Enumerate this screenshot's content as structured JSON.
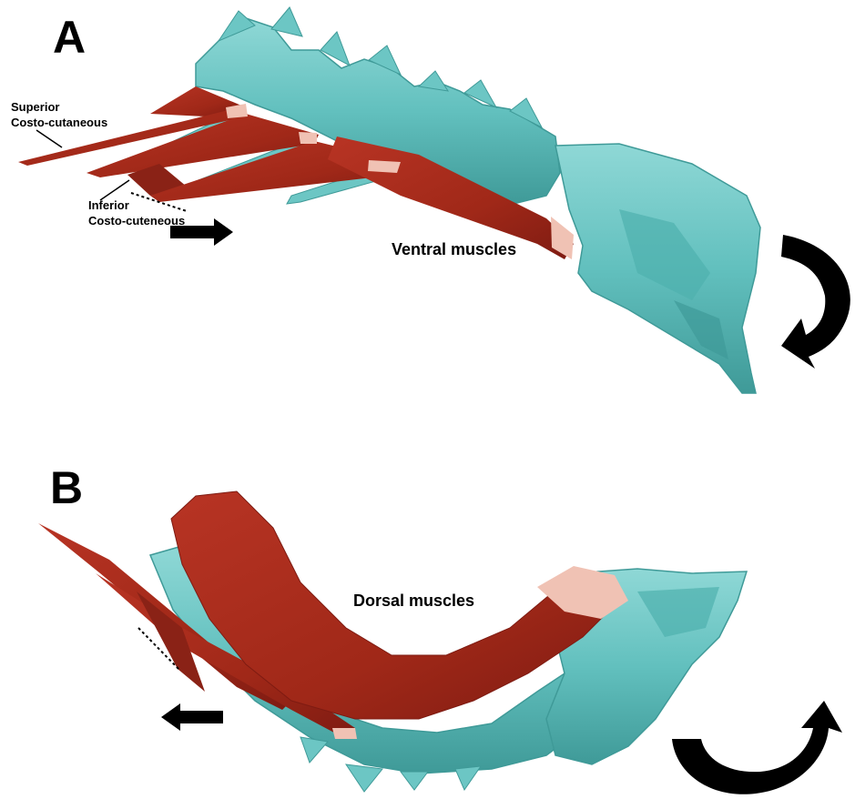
{
  "panels": [
    {
      "letter": "A",
      "main_label": "Ventral muscles",
      "annotations": {
        "superior_line1": "Superior",
        "superior_line2": "Costo-cutaneous",
        "inferior_line1": "Inferior",
        "inferior_line2": "Costo-cuteneous"
      }
    },
    {
      "letter": "B",
      "main_label": "Dorsal muscles"
    }
  ],
  "colors": {
    "bone": "#6cc6c4",
    "bone_dark": "#3f9a98",
    "muscle": "#a52a1c",
    "muscle_dark": "#7e1b12",
    "tendon": "#f0c2b4",
    "arrow": "#000000"
  }
}
